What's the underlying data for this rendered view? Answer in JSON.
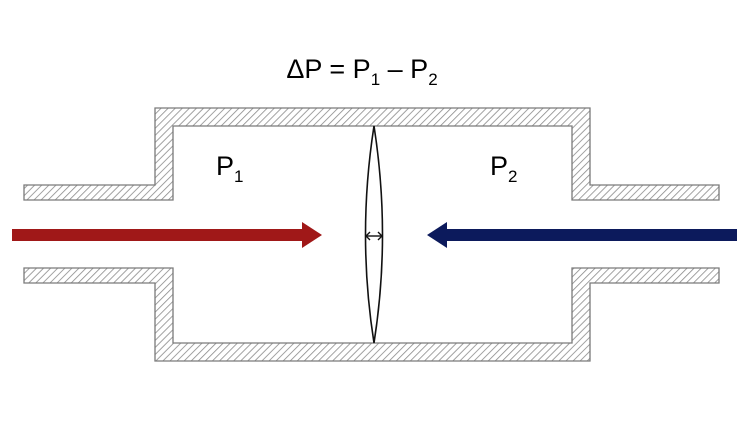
{
  "equation": {
    "prefix": "ΔP = P",
    "sub1": "1",
    "middle": " – P",
    "sub2": "2"
  },
  "left_chamber": {
    "label": "P",
    "subscript": "1"
  },
  "right_chamber": {
    "label": "P",
    "subscript": "2"
  },
  "colors": {
    "inflow_left_arrow": "#a01818",
    "inflow_right_arrow": "#0c1a5c",
    "wall_hatch": "#8a8a8a",
    "wall_fill": "#ffffff",
    "membrane": "#111111"
  },
  "icons": {
    "left_arrow": "arrow-right-icon",
    "right_arrow": "arrow-left-icon",
    "membrane_deflection": "double-arrow-horizontal-icon"
  }
}
